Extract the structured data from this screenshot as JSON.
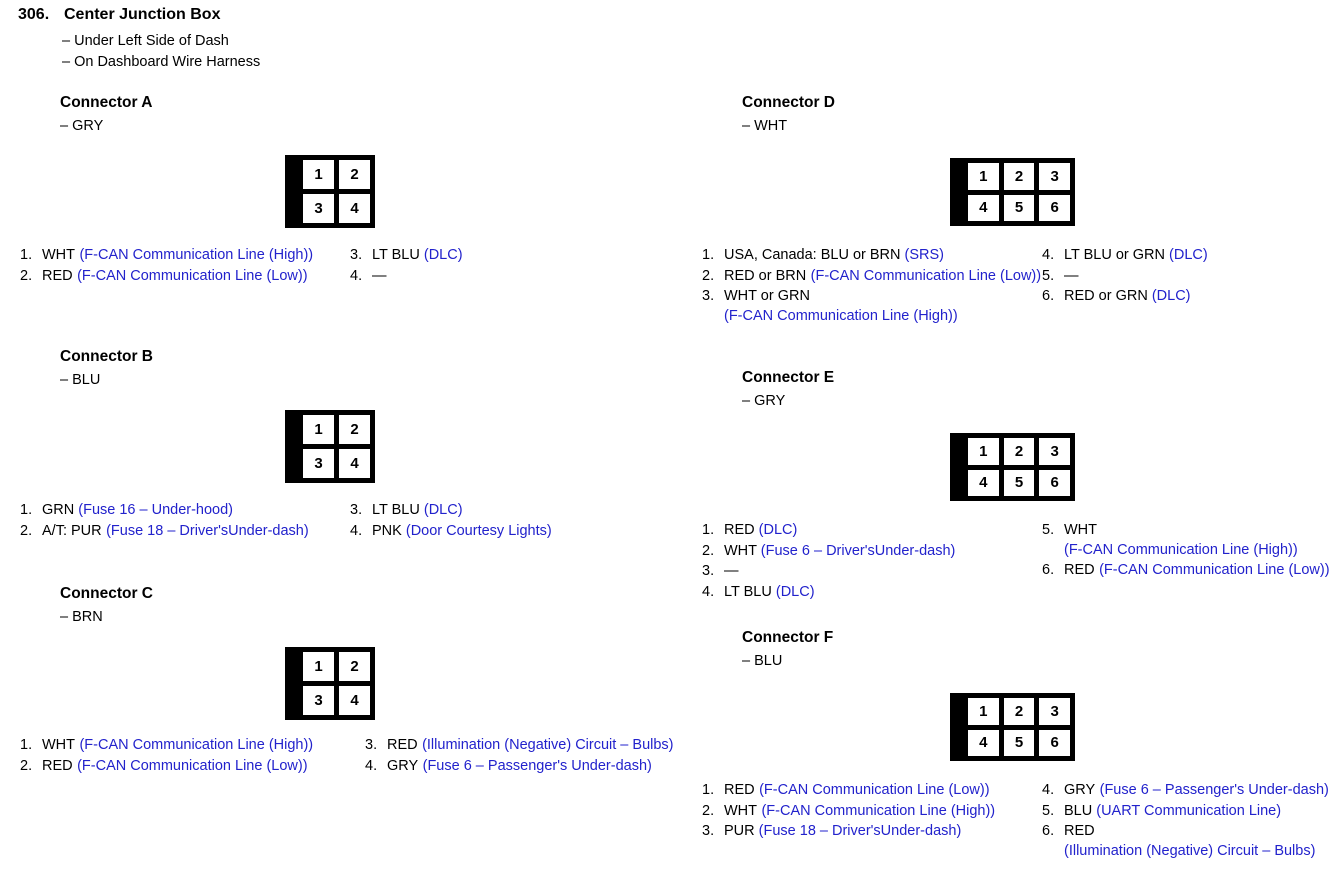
{
  "section": {
    "number": "306.",
    "title": "Center Junction Box",
    "notes": [
      "– Under Left Side of Dash",
      "– On Dashboard Wire Harness"
    ]
  },
  "colors": {
    "text": "#000000",
    "description": "#2222cc",
    "connector_body": "#000000",
    "pin_cell": "#ffffff"
  },
  "connectors": [
    {
      "id": "a",
      "title": "Connector A",
      "color_label": "– GRY",
      "diagram": {
        "pins": [
          "1",
          "2",
          "3",
          "4"
        ],
        "columns": 2,
        "rows": 2
      },
      "pins_left": [
        {
          "index": "1.",
          "wire": "WHT",
          "desc": "(F-CAN Communication Line (High))"
        },
        {
          "index": "2.",
          "wire": "RED",
          "desc": "(F-CAN Communication Line (Low))"
        }
      ],
      "pins_right": [
        {
          "index": "3.",
          "wire": "LT BLU",
          "inline": "(DLC)"
        },
        {
          "index": "4.",
          "wire": "—"
        }
      ]
    },
    {
      "id": "b",
      "title": "Connector B",
      "color_label": "– BLU",
      "diagram": {
        "pins": [
          "1",
          "2",
          "3",
          "4"
        ],
        "columns": 2,
        "rows": 2
      },
      "pins_left": [
        {
          "index": "1.",
          "wire": "GRN",
          "inline": "(Fuse 16 – Under-hood)"
        },
        {
          "index": "2.",
          "wire": "A/T: PUR",
          "desc": "(Fuse 18 – Driver'sUnder-dash)"
        }
      ],
      "pins_right": [
        {
          "index": "3.",
          "wire": "LT BLU",
          "inline": "(DLC)"
        },
        {
          "index": "4.",
          "wire": "PNK",
          "inline": "(Door Courtesy Lights)"
        }
      ]
    },
    {
      "id": "c",
      "title": "Connector C",
      "color_label": "– BRN",
      "diagram": {
        "pins": [
          "1",
          "2",
          "3",
          "4"
        ],
        "columns": 2,
        "rows": 2
      },
      "pins_left": [
        {
          "index": "1.",
          "wire": "WHT",
          "desc": "(F-CAN Communication Line (High))"
        },
        {
          "index": "2.",
          "wire": "RED",
          "desc": "(F-CAN Communication Line (Low))"
        }
      ],
      "pins_right": [
        {
          "index": "3.",
          "wire": "RED",
          "desc": "(Illumination (Negative) Circuit – Bulbs)"
        },
        {
          "index": "4.",
          "wire": "GRY",
          "desc": "(Fuse 6 – Passenger's Under-dash)"
        }
      ]
    },
    {
      "id": "d",
      "title": "Connector D",
      "color_label": "– WHT",
      "diagram": {
        "pins": [
          "1",
          "2",
          "3",
          "4",
          "5",
          "6"
        ],
        "columns": 3,
        "rows": 2
      },
      "pins_left": [
        {
          "index": "1.",
          "wire": "USA, Canada: BLU or BRN",
          "inline": "(SRS)"
        },
        {
          "index": "2.",
          "wire": "RED or BRN",
          "desc": "(F-CAN Communication Line (Low))"
        },
        {
          "index": "3.",
          "wire": "WHT or GRN",
          "desc": "(F-CAN Communication Line (High))"
        }
      ],
      "pins_right": [
        {
          "index": "4.",
          "wire": "LT BLU or GRN",
          "inline": "(DLC)"
        },
        {
          "index": "5.",
          "wire": "—"
        },
        {
          "index": "6.",
          "wire": "RED or GRN",
          "inline": "(DLC)"
        }
      ]
    },
    {
      "id": "e",
      "title": "Connector E",
      "color_label": "– GRY",
      "diagram": {
        "pins": [
          "1",
          "2",
          "3",
          "4",
          "5",
          "6"
        ],
        "columns": 3,
        "rows": 2
      },
      "pins_left": [
        {
          "index": "1.",
          "wire": "RED",
          "inline": "(DLC)"
        },
        {
          "index": "2.",
          "wire": "WHT",
          "inline": "(Fuse 6 – Driver'sUnder-dash)"
        },
        {
          "index": "3.",
          "wire": "—"
        },
        {
          "index": "4.",
          "wire": "LT BLU",
          "inline": "(DLC)"
        }
      ],
      "pins_right": [
        {
          "index": "5.",
          "wire": "WHT",
          "desc": "(F-CAN Communication Line (High))"
        },
        {
          "index": "6.",
          "wire": "RED",
          "desc": "(F-CAN Communication Line (Low))"
        }
      ]
    },
    {
      "id": "f",
      "title": "Connector F",
      "color_label": "– BLU",
      "diagram": {
        "pins": [
          "1",
          "2",
          "3",
          "4",
          "5",
          "6"
        ],
        "columns": 3,
        "rows": 2
      },
      "pins_left": [
        {
          "index": "1.",
          "wire": "RED",
          "desc": "(F-CAN Communication Line (Low))"
        },
        {
          "index": "2.",
          "wire": "WHT",
          "desc": "(F-CAN Communication Line (High))"
        },
        {
          "index": "3.",
          "wire": "PUR",
          "inline": "(Fuse 18 – Driver'sUnder-dash)"
        }
      ],
      "pins_right": [
        {
          "index": "4.",
          "wire": "GRY",
          "desc": "(Fuse 6 – Passenger's Under-dash)"
        },
        {
          "index": "5.",
          "wire": "BLU",
          "inline": "(UART Communication Line)"
        },
        {
          "index": "6.",
          "wire": "RED",
          "desc": "(Illumination (Negative) Circuit – Bulbs)"
        }
      ]
    }
  ]
}
